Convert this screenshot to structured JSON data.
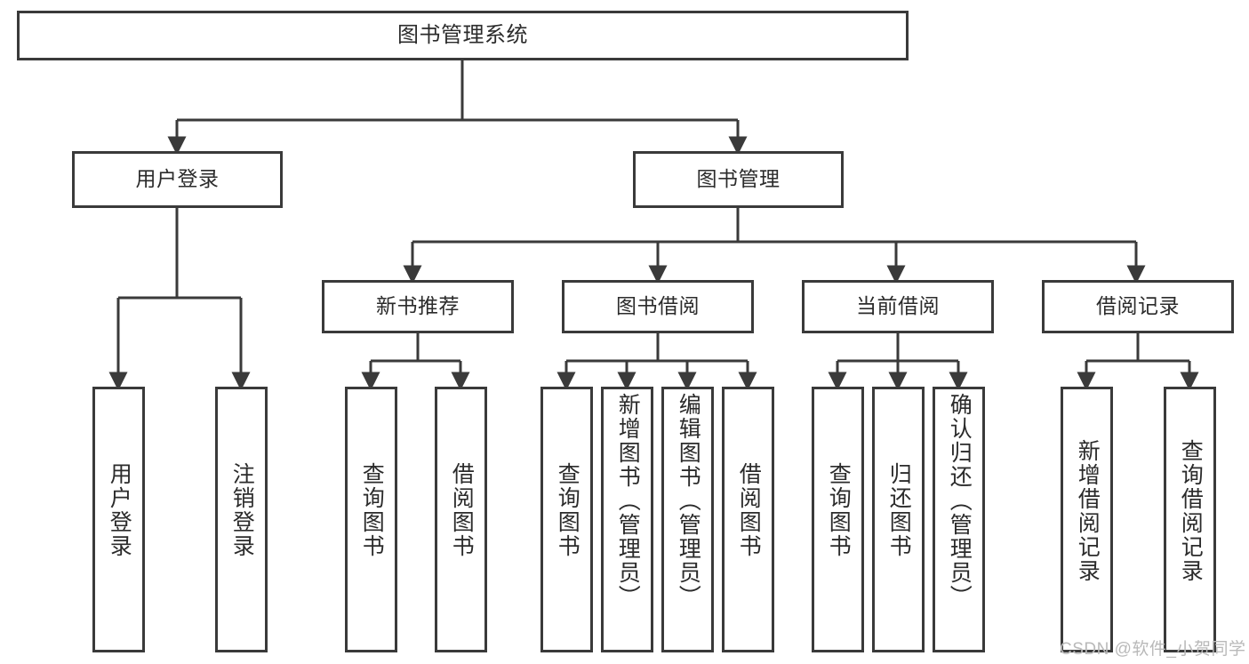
{
  "diagram": {
    "title": "图书管理系统",
    "watermark": "CSDN @软件_小贺同学",
    "colors": {
      "stroke": "#3a3a3a",
      "fill": "#ffffff",
      "text": "#2b2b2b",
      "watermark": "#b9b9b9"
    },
    "root": {
      "label": "图书管理系统"
    },
    "level2": [
      {
        "label": "用户登录"
      },
      {
        "label": "图书管理"
      }
    ],
    "level3": [
      {
        "label": "新书推荐"
      },
      {
        "label": "图书借阅"
      },
      {
        "label": "当前借阅"
      },
      {
        "label": "借阅记录"
      }
    ],
    "leaves": {
      "user_login": [
        {
          "label": "用户登录"
        },
        {
          "label": "注销登录"
        }
      ],
      "new_book": [
        {
          "label": "查询图书"
        },
        {
          "label": "借阅图书"
        }
      ],
      "book_borrow": [
        {
          "label": "查询图书"
        },
        {
          "label": "新增图书（管理员）"
        },
        {
          "label": "编辑图书（管理员）"
        },
        {
          "label": "借阅图书"
        }
      ],
      "current_borrow": [
        {
          "label": "查询图书"
        },
        {
          "label": "归还图书"
        },
        {
          "label": "确认归还（管理员）"
        }
      ],
      "borrow_record": [
        {
          "label": "新增借阅记录"
        },
        {
          "label": "查询借阅记录"
        }
      ]
    }
  },
  "chart_data": {
    "type": "table",
    "title": "图书管理系统 功能结构图",
    "tree": {
      "name": "图书管理系统",
      "children": [
        {
          "name": "用户登录",
          "children": [
            {
              "name": "用户登录"
            },
            {
              "name": "注销登录"
            }
          ]
        },
        {
          "name": "图书管理",
          "children": [
            {
              "name": "新书推荐",
              "children": [
                {
                  "name": "查询图书"
                },
                {
                  "name": "借阅图书"
                }
              ]
            },
            {
              "name": "图书借阅",
              "children": [
                {
                  "name": "查询图书"
                },
                {
                  "name": "新增图书（管理员）"
                },
                {
                  "name": "编辑图书（管理员）"
                },
                {
                  "name": "借阅图书"
                }
              ]
            },
            {
              "name": "当前借阅",
              "children": [
                {
                  "name": "查询图书"
                },
                {
                  "name": "归还图书"
                },
                {
                  "name": "确认归还（管理员）"
                }
              ]
            },
            {
              "name": "借阅记录",
              "children": [
                {
                  "name": "新增借阅记录"
                },
                {
                  "name": "查询借阅记录"
                }
              ]
            }
          ]
        }
      ]
    }
  }
}
